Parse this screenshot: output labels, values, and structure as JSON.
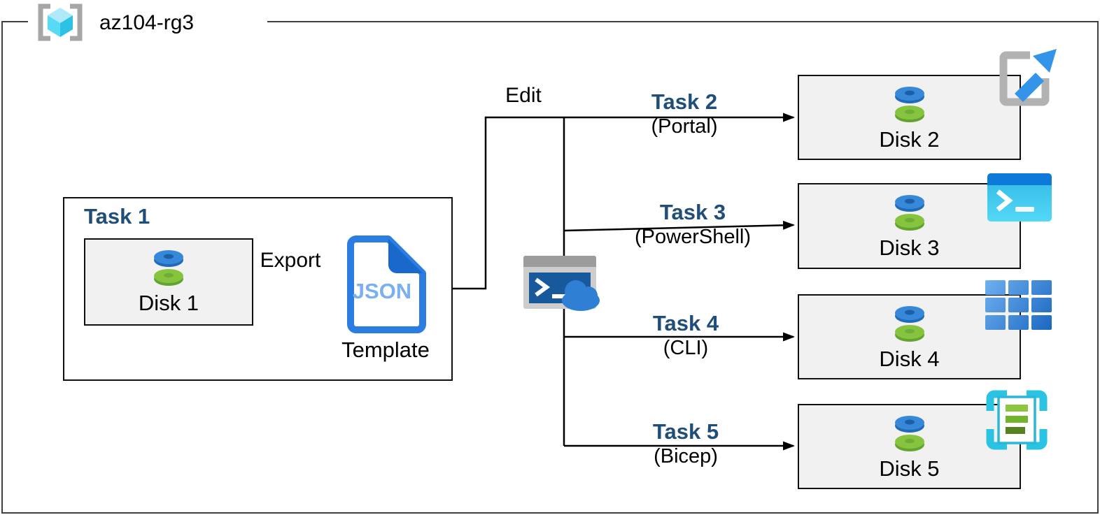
{
  "resource_group": {
    "name": "az104-rg3",
    "icon": "resource-group-icon"
  },
  "task1": {
    "title": "Task 1",
    "disk_label": "Disk 1",
    "export_label": "Export",
    "json_badge": "JSON",
    "template_label": "Template",
    "icon": "json-template-icon"
  },
  "edit_label": "Edit",
  "shell_icon": "cloud-shell-icon",
  "tasks": [
    {
      "title": "Task 2",
      "method": "(Portal)",
      "disk_label": "Disk 2",
      "icon": "azure-portal-icon"
    },
    {
      "title": "Task 3",
      "method": "(PowerShell)",
      "disk_label": "Disk 3",
      "icon": "powershell-icon"
    },
    {
      "title": "Task 4",
      "method": "(CLI)",
      "disk_label": "Disk 4",
      "icon": "azure-cli-icon"
    },
    {
      "title": "Task 5",
      "method": "(Bicep)",
      "disk_label": "Disk 5",
      "icon": "bicep-template-icon"
    }
  ],
  "colors": {
    "navy": "#1F4E79",
    "box-fill": "#f1f1f1",
    "line-black": "#000000",
    "disk-blue": "#3788d8",
    "disk-blue-dark": "#1f6bb8",
    "disk-green": "#86c440",
    "disk-green-dark": "#63a32f",
    "json-blue": "#2b7de1",
    "json-fold-blue": "#1968cc",
    "json-text-blue": "#7aaff0",
    "portal-gray": "#b2b2b2",
    "portal-arrow-blue": "#3394ea",
    "powershell-bar-blue": "#0d7ad9",
    "powershell-cyan": "#3cc7ee",
    "cli-blue-light": "#6fb0f0",
    "cli-blue-dark": "#1a66c0",
    "bicep-cyan": "#2bc3e4",
    "bicep-green-light": "#8cc63f",
    "bicep-green-mid": "#74b32c",
    "bicep-green-dark": "#55811e",
    "cloud-blue": "#2f80d4",
    "shell-gray": "#cdcdcd",
    "shell-bar-gray": "#9c9c9c",
    "shell-terminal-blue": "#17599a",
    "rg-cube-cyan": "#55d9f4",
    "bracket-gray": "#a6a6a6"
  }
}
